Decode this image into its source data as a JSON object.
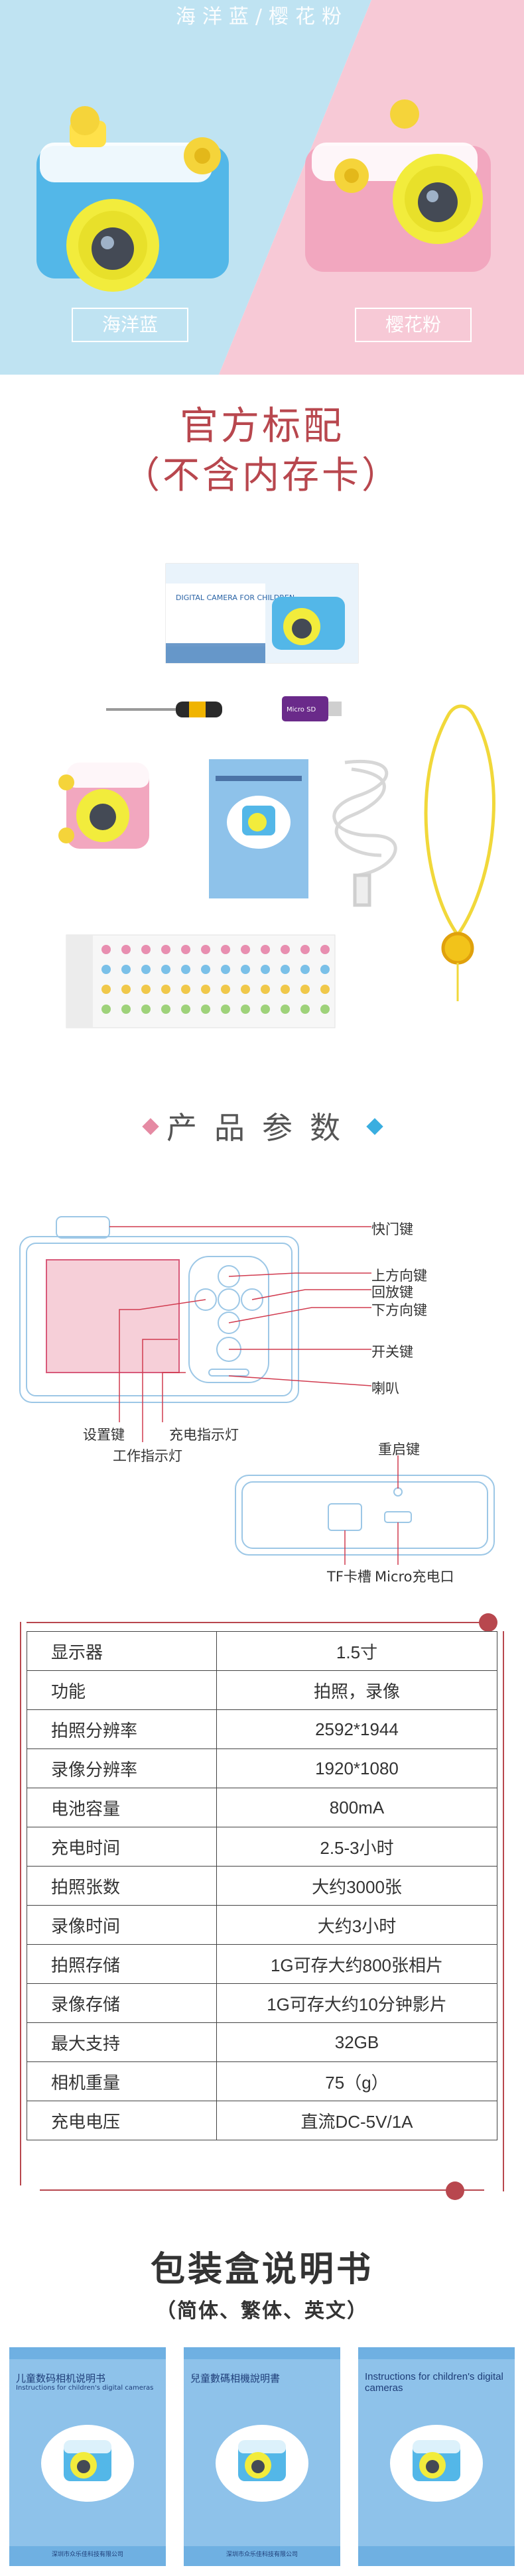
{
  "hero": {
    "title": "海洋蓝/樱花粉",
    "variant_blue": "海洋蓝",
    "variant_pink": "樱花粉",
    "colors": {
      "blue_bg": "#bfe3f2",
      "pink_bg": "#f7c9d6",
      "camera_blue": "#53b7e8",
      "camera_pink": "#f2a7bf",
      "lens_yellow": "#f2ec3c"
    }
  },
  "standard": {
    "title": "官方标配",
    "subtitle": "（不含内存卡）",
    "box_label": "DIGITAL CAMERA FOR CHILDREN",
    "card_reader_label": "Micro SD"
  },
  "specs": {
    "title": "产品参数",
    "callouts": {
      "shutter": "快门键",
      "up": "上方向键",
      "playback": "回放键",
      "down": "下方向键",
      "power": "开关键",
      "speaker": "喇叭",
      "settings": "设置键",
      "charge_led": "充电指示灯",
      "work_led": "工作指示灯",
      "reset": "重启键",
      "tf_slot": "TF卡槽",
      "micro_port": "Micro充电口"
    }
  },
  "table": {
    "rows": [
      {
        "key": "显示器",
        "value": "1.5寸"
      },
      {
        "key": "功能",
        "value": "拍照，录像"
      },
      {
        "key": "拍照分辨率",
        "value": "2592*1944"
      },
      {
        "key": "录像分辨率",
        "value": "1920*1080"
      },
      {
        "key": "电池容量",
        "value": "800mA"
      },
      {
        "key": "充电时间",
        "value": "2.5-3小时"
      },
      {
        "key": "拍照张数",
        "value": "大约3000张"
      },
      {
        "key": "录像时间",
        "value": "大约3小时"
      },
      {
        "key": "拍照存储",
        "value": "1G可存大约800张相片"
      },
      {
        "key": "录像存储",
        "value": "1G可存大约10分钟影片"
      },
      {
        "key": "最大支持",
        "value": "32GB"
      },
      {
        "key": "相机重量",
        "value": "75（g）"
      },
      {
        "key": "充电电压",
        "value": "直流DC-5V/1A"
      }
    ]
  },
  "packaging": {
    "title": "包装盒说明书",
    "subtitle": "（简体、繁体、英文）",
    "manuals": [
      {
        "title": "儿童数码相机说明书",
        "sub": "Instructions for children's digital cameras",
        "foot": "深圳市众乐佳科技有限公司"
      },
      {
        "title": "兒童數碼相機說明書",
        "sub": "",
        "foot": "深圳市众乐佳科技有限公司"
      },
      {
        "title": "Instructions for children's digital cameras",
        "sub": "",
        "foot": ""
      }
    ]
  }
}
